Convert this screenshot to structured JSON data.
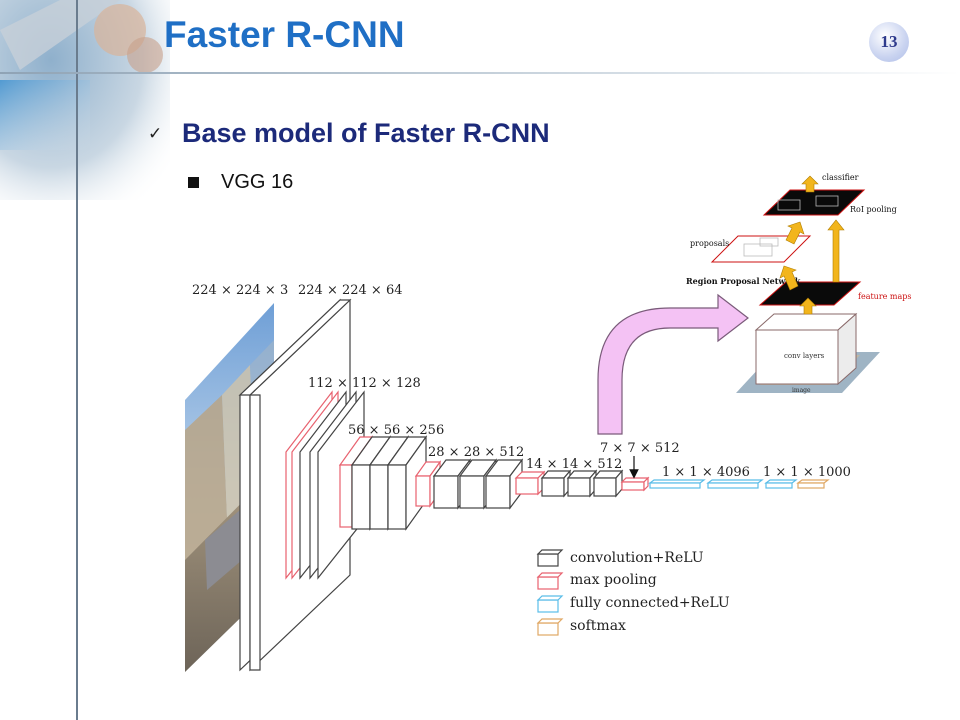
{
  "slide": {
    "title": "Faster R-CNN",
    "page_number": "13",
    "bullet_main": "Base model of Faster R-CNN",
    "bullet_sub": "VGG 16"
  },
  "vgg": {
    "dims": {
      "input": "224 × 224 × 3",
      "conv1": "224 × 224 × 64",
      "conv2": "112 × 112 × 128",
      "conv3": "56 × 56 × 256",
      "conv4": "28 × 28 × 512",
      "conv5": "14 × 14 × 512",
      "pool5": "7 × 7 × 512",
      "fc": "1 × 1 × 4096",
      "softmax": "1 × 1 × 1000"
    },
    "legend": [
      {
        "label": "convolution+ReLU",
        "color": "#444444"
      },
      {
        "label": "max pooling",
        "color": "#e8626f"
      },
      {
        "label": "fully connected+ReLU",
        "color": "#5bbde8"
      },
      {
        "label": "softmax",
        "color": "#e0a865"
      }
    ]
  },
  "frcnn": {
    "classifier": "classifier",
    "roi_pooling": "RoI pooling",
    "proposals": "proposals",
    "rpn": "Region Proposal Network",
    "feature_maps": "feature maps",
    "conv_layers": "conv layers",
    "image": "image"
  },
  "colors": {
    "title": "#1f6fc5",
    "conv": "#444444",
    "pool": "#e8626f",
    "fc": "#5bbde8",
    "softmax": "#e0a865",
    "arrow": "#f4c2f4",
    "frcnn_arrow": "#f2b51c",
    "feature_maps_label": "#cc1111"
  },
  "icons": [
    "checkmark-icon",
    "square-bullet-icon"
  ]
}
